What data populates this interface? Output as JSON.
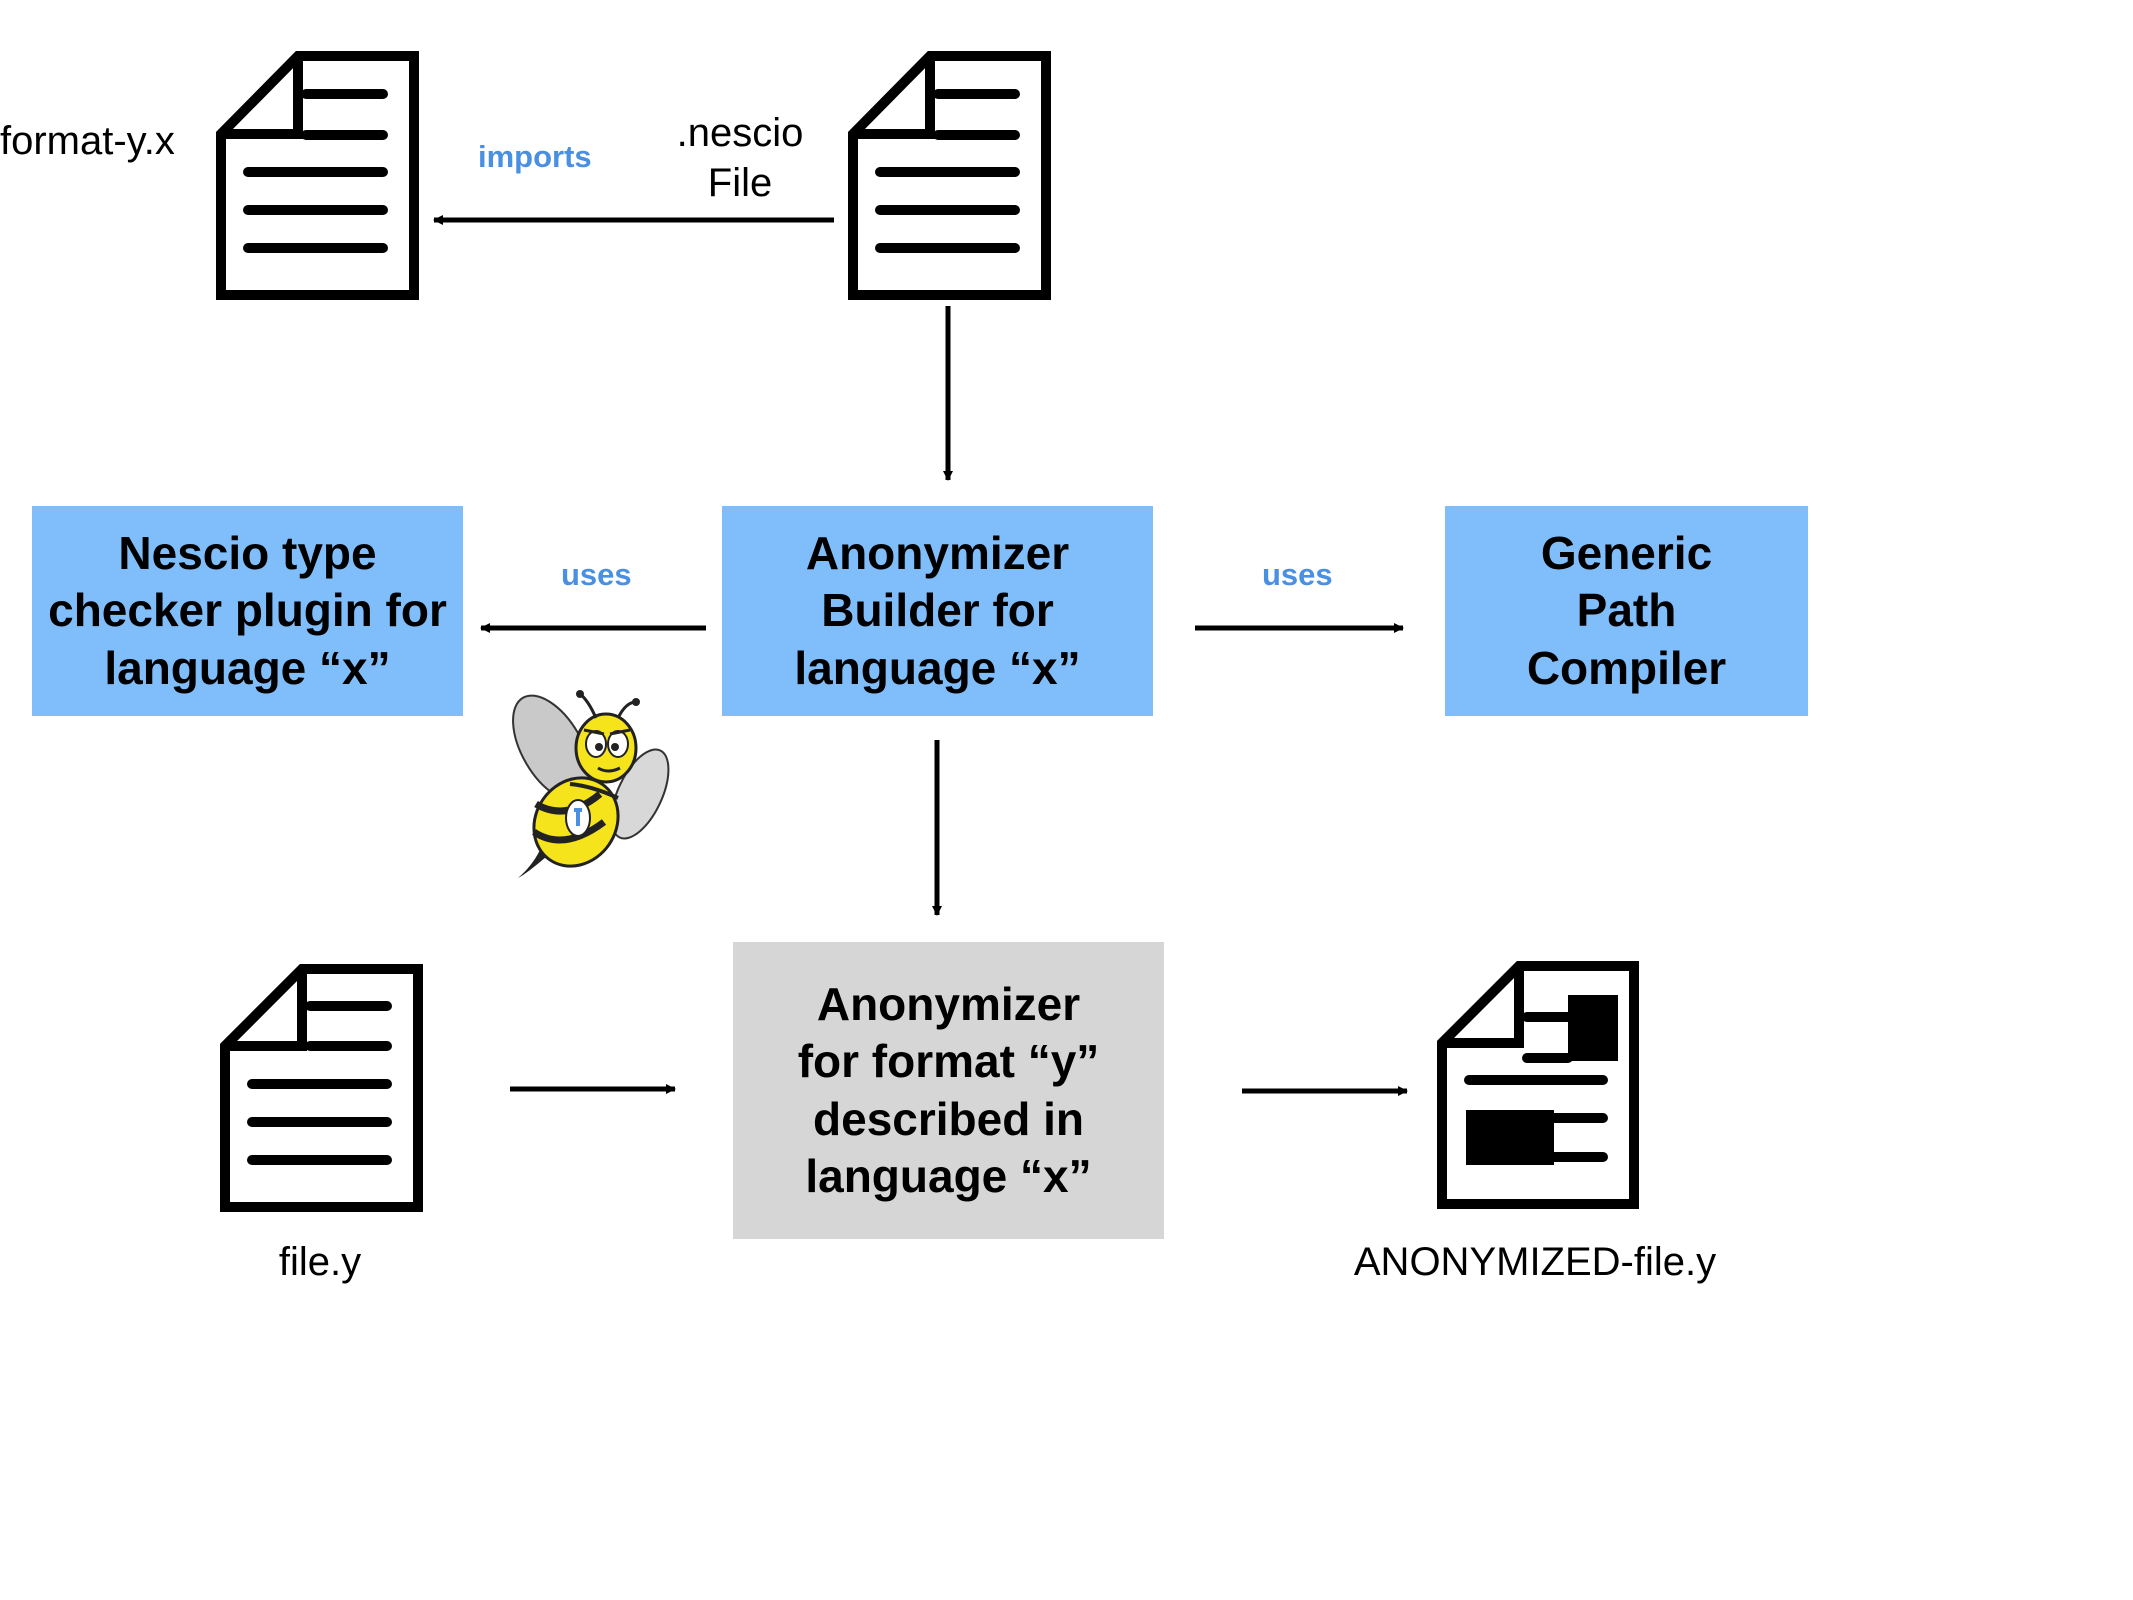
{
  "documents": {
    "format_file": {
      "label": "format-y.x",
      "icon": "document-icon"
    },
    "nescio_file": {
      "label_line1": ".nescio",
      "label_line2": "File",
      "icon": "document-icon"
    },
    "input_file": {
      "label": "file.y",
      "icon": "document-icon"
    },
    "output_file": {
      "label": "ANONYMIZED-file.y",
      "icon": "redacted-document-icon"
    }
  },
  "boxes": {
    "type_checker": {
      "lines": [
        "Nescio type",
        "checker plugin for",
        "language “x”"
      ],
      "color": "#80bdfb"
    },
    "anonymizer_builder": {
      "lines": [
        "Anonymizer",
        "Builder for",
        "language “x”"
      ],
      "color": "#80bdfb"
    },
    "path_compiler": {
      "lines": [
        "Generic",
        "Path",
        "Compiler"
      ],
      "color": "#80bdfb"
    },
    "anonymizer": {
      "lines": [
        "Anonymizer",
        "for format “y”",
        "described in",
        "language “x”"
      ],
      "color": "#d6d6d6"
    }
  },
  "edges": {
    "imports": "imports",
    "uses_left": "uses",
    "uses_right": "uses"
  },
  "mascot": {
    "icon": "bee-mascot-icon"
  },
  "colors": {
    "edge_label": "#4a90e2",
    "arrow": "#000000"
  }
}
